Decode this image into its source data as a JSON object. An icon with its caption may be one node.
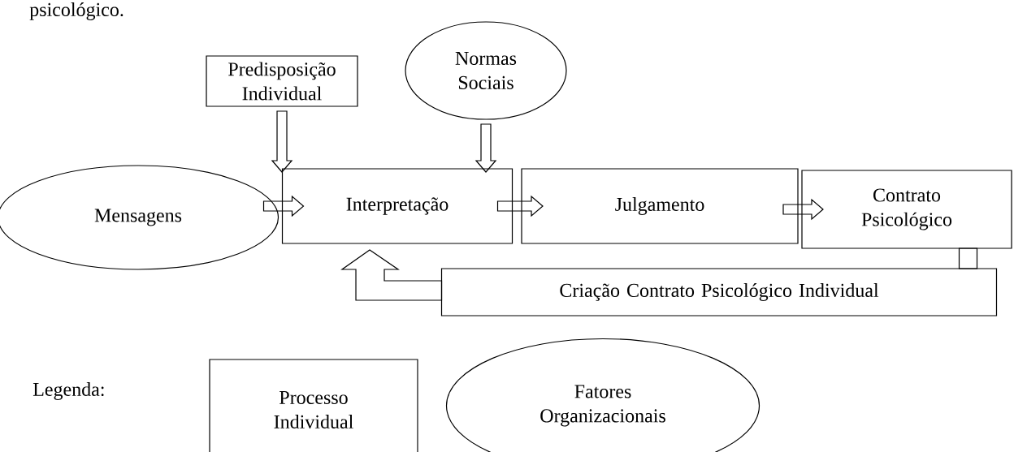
{
  "diagram": {
    "nodes": [
      {
        "text": [
          "Predisposição Individual"
        ]
      },
      {
        "text": [
          "Normas Sociais"
        ]
      },
      {
        "text": [
          "Mensagens"
        ]
      },
      {
        "text": [
          "Interpretação"
        ]
      },
      {
        "text": [
          "Julgamento"
        ]
      },
      {
        "text": [
          "Contrato Psicológico"
        ]
      },
      {
        "text": [
          "Criação Contrato Psicológico Individual"
        ]
      },
      {
        "text": [
          "Processo Individual"
        ]
      },
      {
        "text": [
          "Fatores Organizacionais"
        ]
      }
    ],
    "edges": [
      {
        "from": 0,
        "to": 3,
        "arrow": "to"
      },
      {
        "from": 1,
        "to": 4,
        "arrow": "to"
      },
      {
        "from": 2,
        "to": 3,
        "arrow": "to"
      },
      {
        "from": 3,
        "to": 4,
        "arrow": "to"
      },
      {
        "from": 4,
        "to": 5,
        "arrow": "to"
      },
      {
        "from": 5,
        "to": 6,
        "arrow": "none"
      },
      {
        "from": 6,
        "to": 3,
        "arrow": "to"
      }
    ],
    "labels": [
      "psicológico.",
      "Legenda:"
    ]
  }
}
